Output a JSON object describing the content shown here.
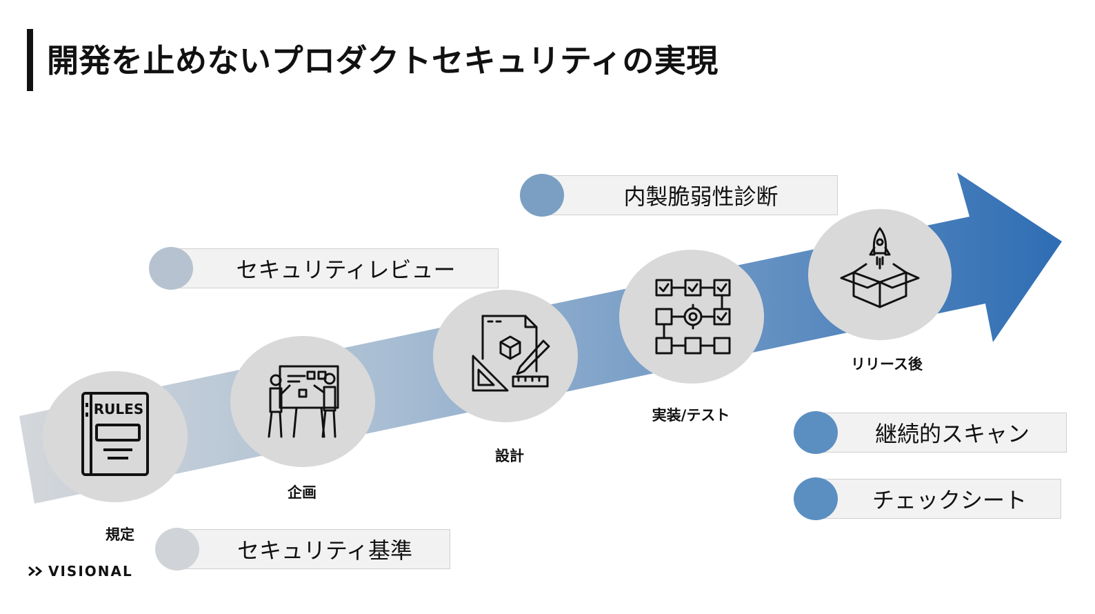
{
  "title": "開発を止めないプロダクトセキュリティの実現",
  "steps": [
    {
      "label": "規定",
      "icon": "rules-book-icon",
      "icon_text": "RULES"
    },
    {
      "label": "企画",
      "icon": "planning-team-icon"
    },
    {
      "label": "設計",
      "icon": "design-blueprint-icon"
    },
    {
      "label": "実装/テスト",
      "icon": "implementation-workflow-icon"
    },
    {
      "label": "リリース後",
      "icon": "release-rocket-box-icon"
    }
  ],
  "tags": {
    "security_standard": "セキュリティ基準",
    "security_review": "セキュリティレビュー",
    "vuln_diagnosis": "内製脆弱性診断",
    "continuous_scan": "継続的スキャン",
    "checklist": "チェックシート"
  },
  "logo": {
    "text": "VISIONAL",
    "icon": "double-chevron-icon"
  },
  "colors": {
    "arrow_start": "#d4d7db",
    "arrow_end": "#2e6db4",
    "circle_fill": "#d9d9d9",
    "tag_dot_light": "#c6cacf",
    "tag_dot_mid_gray": "#b6c2cf",
    "tag_dot_mid_blue": "#7a9fc2",
    "tag_dot_blue": "#5b8fc2"
  }
}
